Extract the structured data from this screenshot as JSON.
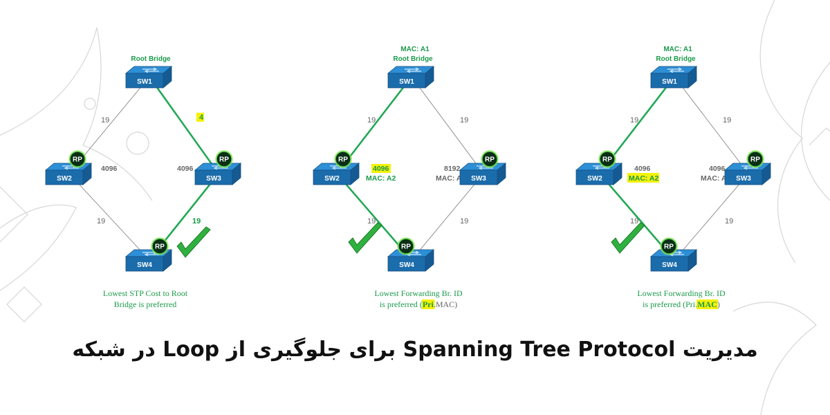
{
  "title": "مدیریت Spanning Tree Protocol برای جلوگیری از Loop در شبکه",
  "colors": {
    "switch_top": "#2d8fd6",
    "switch_front": "#1b6cab",
    "active_link": "#22a855",
    "inactive_link": "#777777",
    "label_green": "#1a9a4a",
    "highlight": "#f4f10a",
    "rp_badge": "#0a2e16",
    "checkmark": "#2fb13f"
  },
  "icons": {
    "root_port": "rp-badge-icon",
    "check": "green-checkmark-icon",
    "switch": "network-switch-icon"
  },
  "diagrams": [
    {
      "root_label": "Root Bridge",
      "mac_label": "",
      "switches": [
        "SW1",
        "SW2",
        "SW3",
        "SW4"
      ],
      "rp_label": "RP",
      "costs": {
        "sw1_sw2": "19",
        "sw1_sw3": "4",
        "sw2_sw4": "19",
        "sw3_sw4": "19"
      },
      "priority_left": "4096",
      "mac_left": "",
      "priority_right": "4096",
      "mac_right": "",
      "caption": [
        "Lowest STP Cost to Root",
        "Bridge is preferred"
      ]
    },
    {
      "root_label": "Root Bridge",
      "mac_label": "MAC: A1",
      "switches": [
        "SW1",
        "SW2",
        "SW3",
        "SW4"
      ],
      "rp_label": "RP",
      "costs": {
        "sw1_sw2": "19",
        "sw1_sw3": "19",
        "sw2_sw4": "19",
        "sw3_sw4": "19"
      },
      "priority_left": "4096",
      "mac_left": "MAC: A2",
      "priority_right": "8192",
      "mac_right": "MAC: A3",
      "caption": [
        "Lowest Forwarding Br. ID",
        "is preferred (",
        "Pri",
        ".MAC)"
      ]
    },
    {
      "root_label": "Root Bridge",
      "mac_label": "MAC: A1",
      "switches": [
        "SW1",
        "SW2",
        "SW3",
        "SW4"
      ],
      "rp_label": "RP",
      "costs": {
        "sw1_sw2": "19",
        "sw1_sw3": "19",
        "sw2_sw4": "19",
        "sw3_sw4": "19"
      },
      "priority_left": "4096",
      "mac_left": "MAC: A2",
      "priority_right": "4096",
      "mac_right": "MAC: A3",
      "caption": [
        "Lowest Forwarding Br. ID",
        "is preferred (Pri.",
        "MAC",
        ")"
      ]
    }
  ]
}
